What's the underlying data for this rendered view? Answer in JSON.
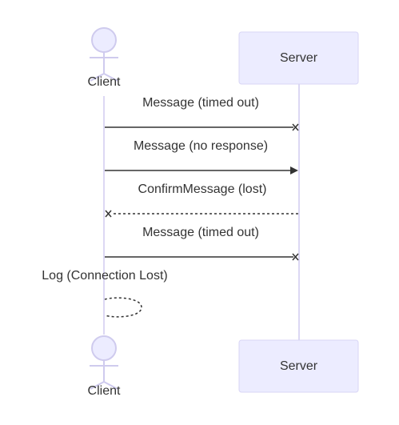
{
  "participants": {
    "client": {
      "label": "Client",
      "kind": "actor"
    },
    "server": {
      "label": "Server",
      "kind": "participant"
    }
  },
  "messages": [
    {
      "text": "Message (timed out)",
      "from": "client",
      "to": "server",
      "line": "solid",
      "end": "cross"
    },
    {
      "text": "Message (no response)",
      "from": "client",
      "to": "server",
      "line": "solid",
      "end": "arrow"
    },
    {
      "text": "ConfirmMessage (lost)",
      "from": "server",
      "to": "client",
      "line": "dotted",
      "end": "cross"
    },
    {
      "text": "Message (timed out)",
      "from": "client",
      "to": "server",
      "line": "solid",
      "end": "cross"
    }
  ],
  "self_message": {
    "text": "Log (Connection Lost)",
    "on": "client",
    "line": "dotted"
  },
  "colors": {
    "actor_fill": "#ECECFF",
    "actor_stroke": "#CFCBEE",
    "lifeline": "#DCD8F4",
    "text": "#333333"
  }
}
